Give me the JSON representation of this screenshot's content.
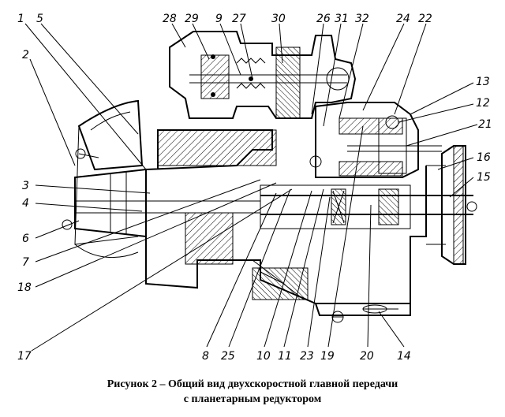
{
  "caption": {
    "line1": "Рисунок 2 – Общий вид двухскоростной главной передачи",
    "line2": "с планетарным редуктором"
  },
  "labels": [
    "1",
    "5",
    "28",
    "29",
    "9",
    "27",
    "30",
    "26",
    "31",
    "32",
    "24",
    "22",
    "2",
    "13",
    "12",
    "21",
    "16",
    "15",
    "3",
    "4",
    "6",
    "7",
    "18",
    "17",
    "8",
    "25",
    "10",
    "11",
    "23",
    "19",
    "20",
    "14"
  ]
}
